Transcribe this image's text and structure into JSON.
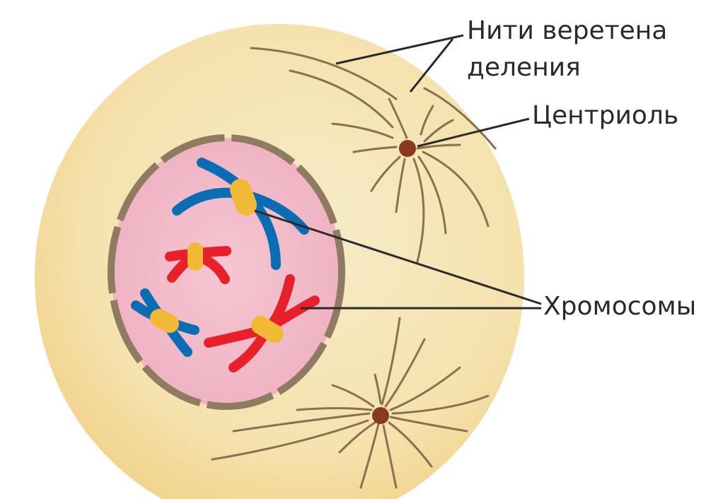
{
  "labels": {
    "spindle_line1": "Нити веретена",
    "spindle_line2": "деления",
    "centriole": "Центриоль",
    "chromosomes": "Хромосомы"
  },
  "colors": {
    "cytoplasm": "#f5e3b0",
    "nucleus": "#f3bfcc",
    "envelope": "#8f7a62",
    "fiber": "#8a7050",
    "centriole": "#8a3a1c",
    "chromosome_blue": "#0a6db3",
    "chromosome_red": "#e8202a",
    "centromere": "#f2b936"
  }
}
